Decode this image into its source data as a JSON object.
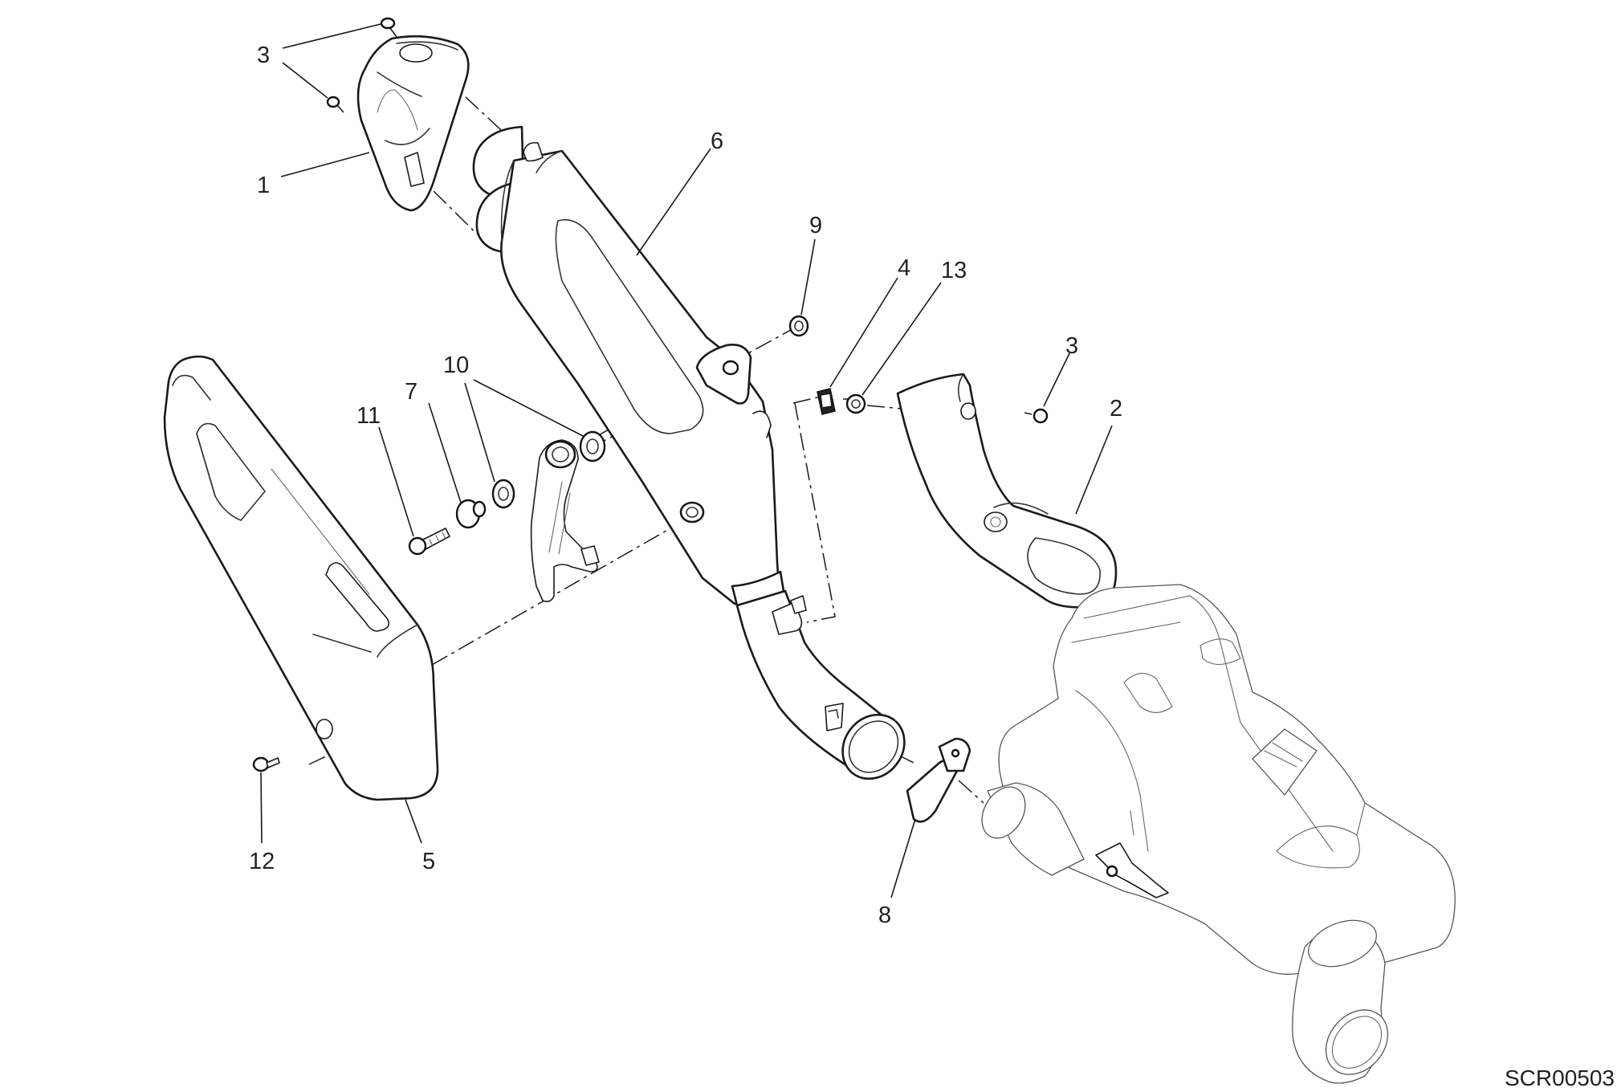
{
  "callouts": [
    {
      "id": "c3a",
      "label": "3"
    },
    {
      "id": "c1",
      "label": "1"
    },
    {
      "id": "c6",
      "label": "6"
    },
    {
      "id": "c9",
      "label": "9"
    },
    {
      "id": "c4",
      "label": "4"
    },
    {
      "id": "c13",
      "label": "13"
    },
    {
      "id": "c3b",
      "label": "3"
    },
    {
      "id": "c2",
      "label": "2"
    },
    {
      "id": "c10",
      "label": "10"
    },
    {
      "id": "c7",
      "label": "7"
    },
    {
      "id": "c11",
      "label": "11"
    },
    {
      "id": "c12",
      "label": "12"
    },
    {
      "id": "c5",
      "label": "5"
    },
    {
      "id": "c8",
      "label": "8"
    }
  ],
  "reference_code": "SCR00503"
}
